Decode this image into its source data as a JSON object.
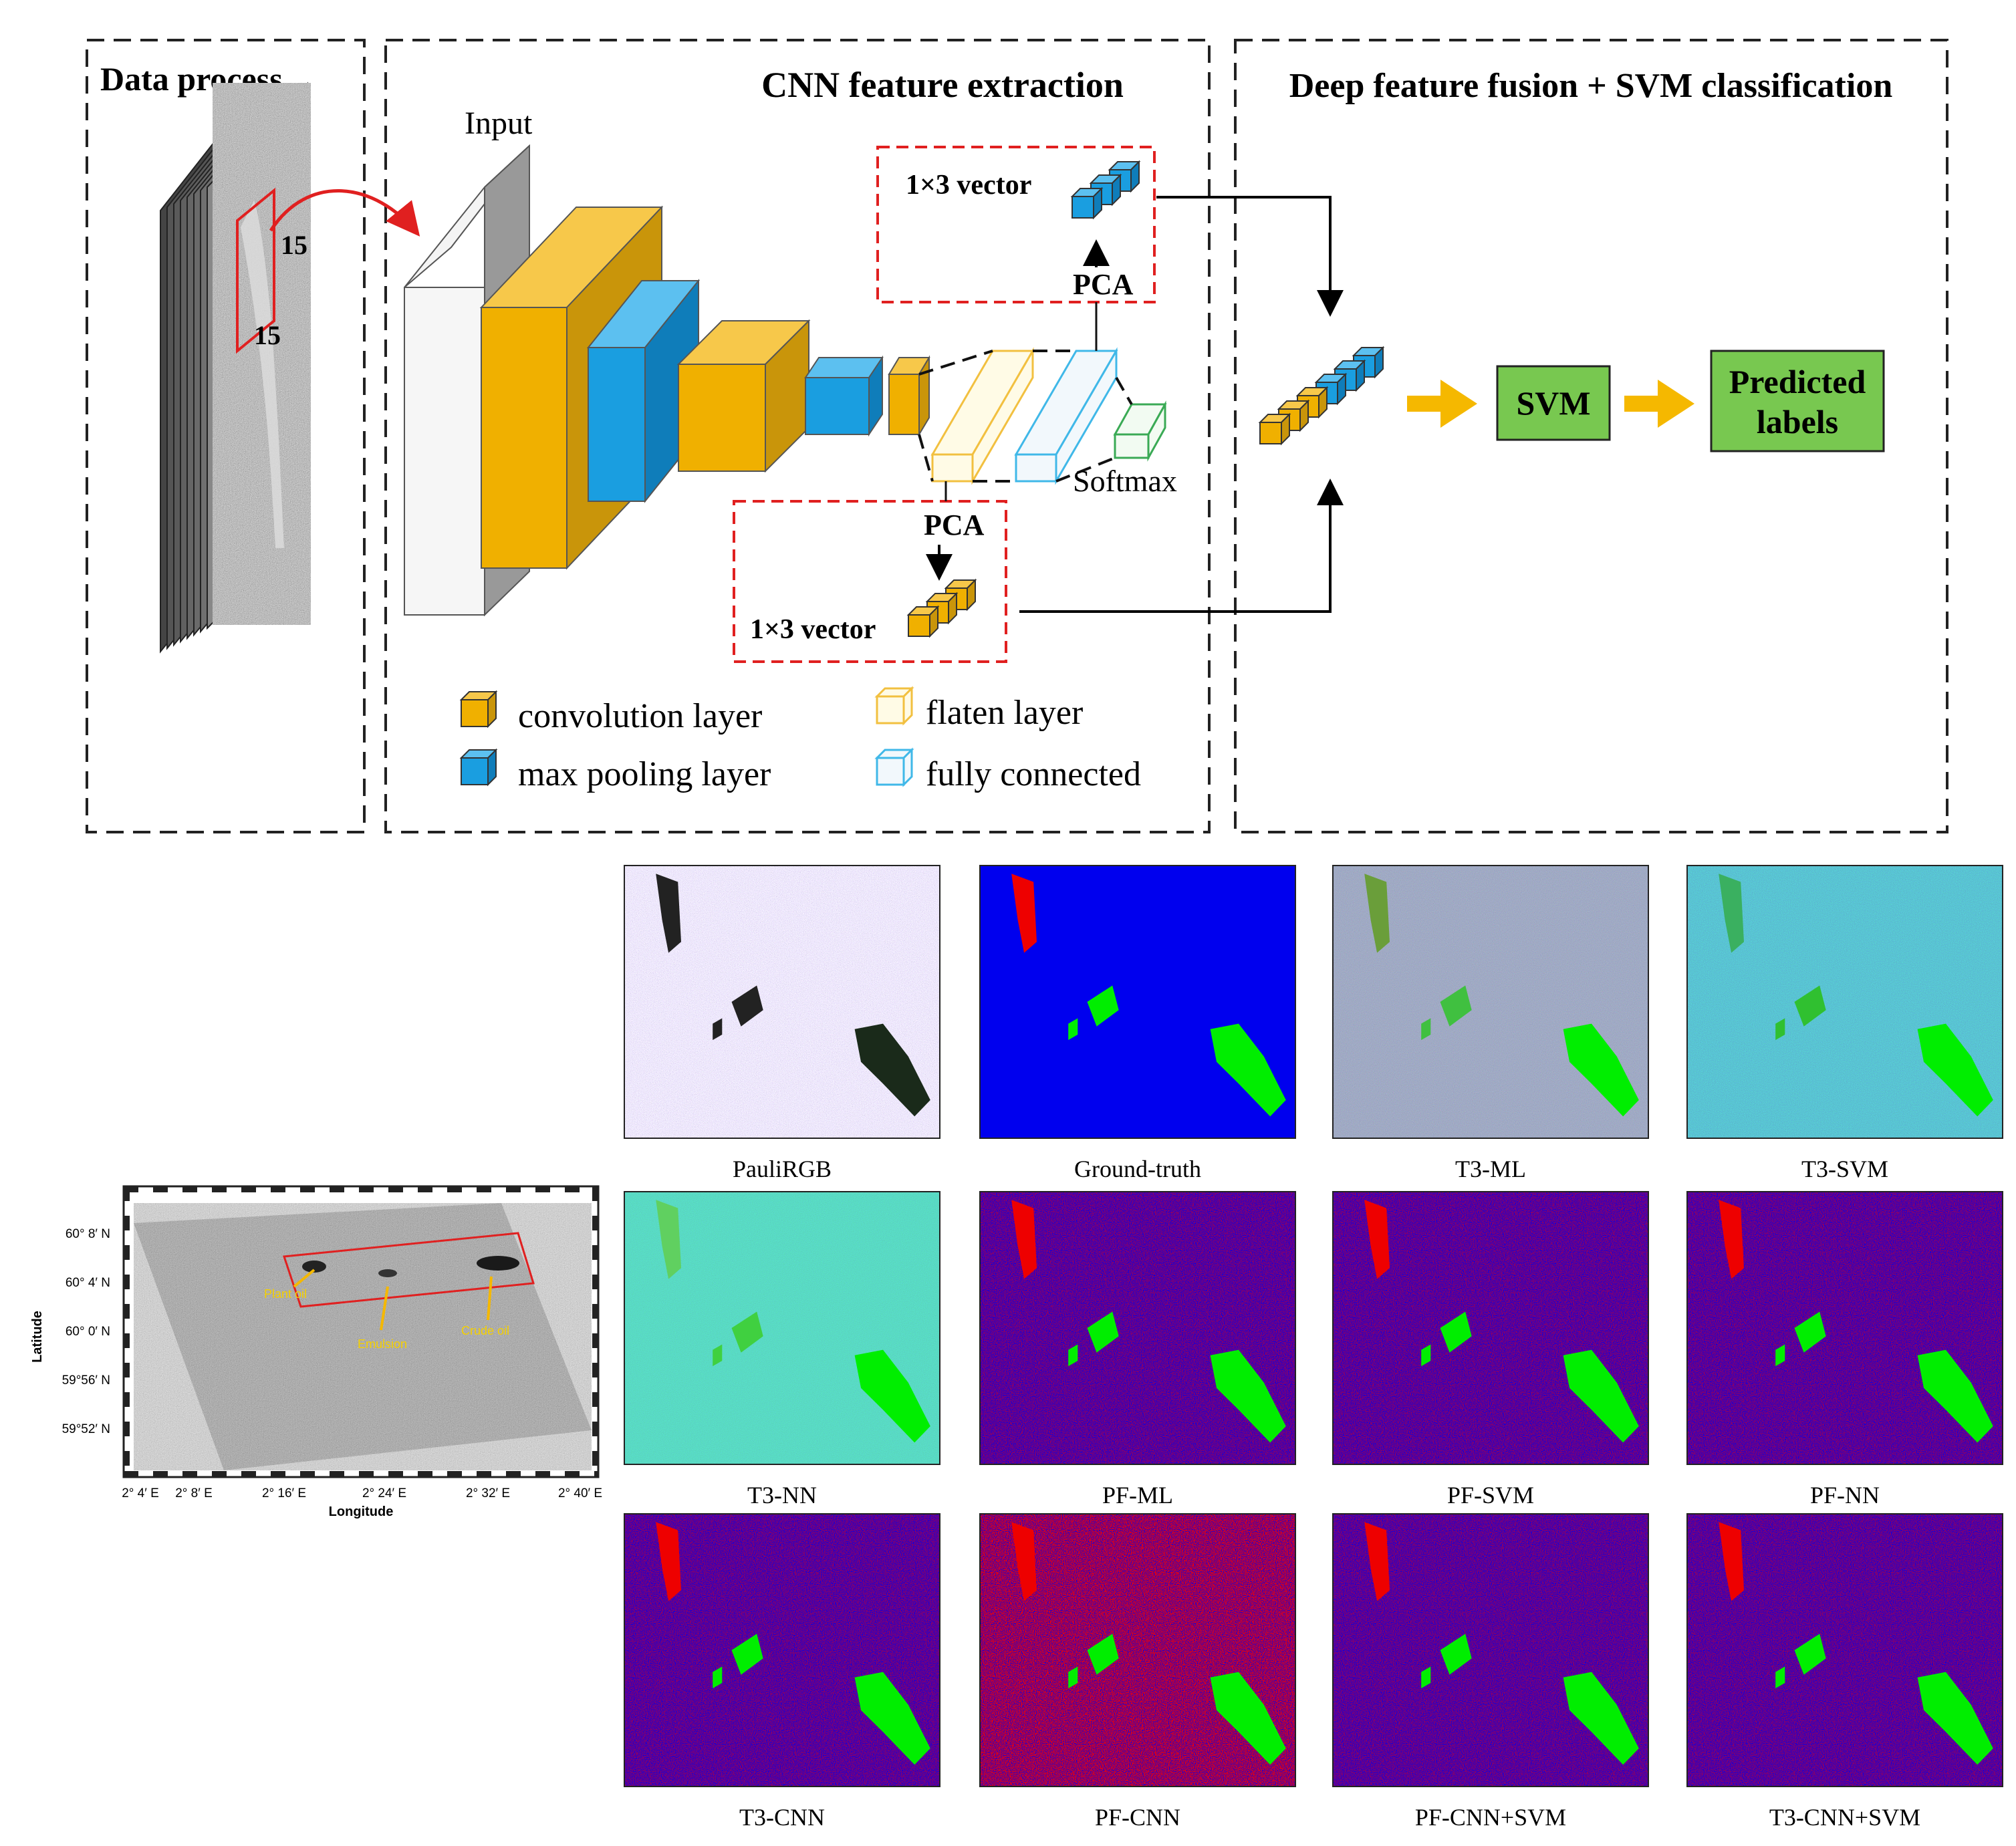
{
  "top": {
    "data_process": "Data process",
    "cnn_title": "CNN feature extraction",
    "fusion_title": "Deep feature fusion + SVM classification",
    "patch_size_a": "15",
    "patch_size_b": "15",
    "input_label": "Input",
    "softmax_label": "Softmax",
    "pca_top": "PCA",
    "pca_bottom": "PCA",
    "vector_top": "1×3 vector",
    "vector_bottom": "1×3 vector",
    "svm_label": "SVM",
    "predicted_line1": "Predicted",
    "predicted_line2": "labels",
    "colors": {
      "conv": "#f0b000",
      "pool": "#1a9ee0",
      "flatten_outline": "#f2c040",
      "fc_outline": "#40b8e8",
      "softmax_outline": "#3aaa55",
      "svm_box": "#78c850",
      "arrow_orange": "#f5b800",
      "pca_box_red": "#e02020"
    }
  },
  "legend": {
    "conv": "convolution layer",
    "pool": "max pooling layer",
    "flatten": "flaten layer",
    "fc": "fully connected"
  },
  "map": {
    "lat_axis": "Latitude",
    "lon_axis": "Longitude",
    "lat_ticks": [
      "60° 8′ N",
      "60° 4′ N",
      "60° 0′ N",
      "59°56′ N",
      "59°52′ N"
    ],
    "lon_ticks": [
      "2° 4′ E",
      "2° 8′ E",
      "2° 16′ E",
      "2° 24′ E",
      "2° 32′ E",
      "2° 40′ E"
    ],
    "annotations": {
      "plant": "Plant oil",
      "emulsion": "Emulsion",
      "crude": "Crude oil"
    }
  },
  "results": {
    "captions": [
      "PauliRGB",
      "Ground-truth",
      "T3-ML",
      "T3-SVM",
      "T3-NN",
      "PF-ML",
      "PF-SVM",
      "PF-NN",
      "T3-CNN",
      "PF-CNN",
      "PF-CNN+SVM",
      "T3-CNN+SVM"
    ],
    "colors": {
      "background_blue": "#0000ee",
      "oil_green": "#00ee00",
      "plant_red": "#ee0000"
    }
  }
}
